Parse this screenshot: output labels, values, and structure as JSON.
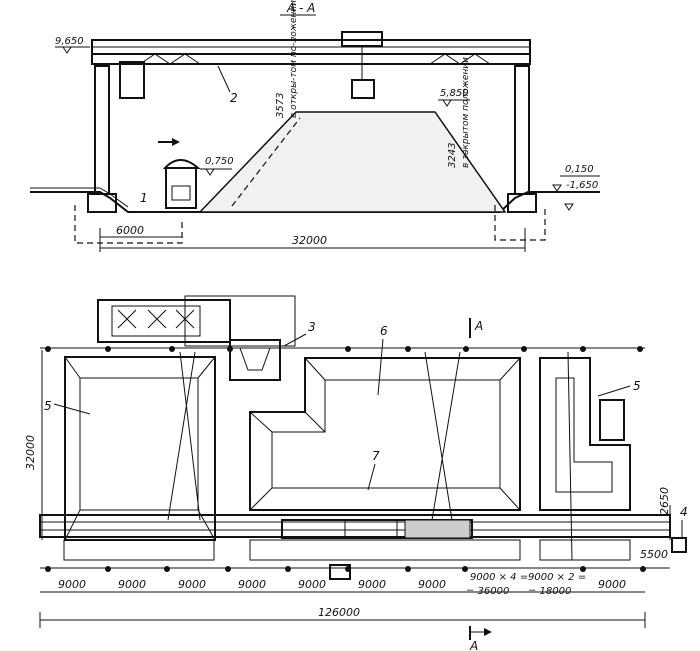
{
  "section_title": "А - А",
  "section": {
    "elevations": {
      "top": "9,650",
      "bridge_level": "5,850",
      "hopper_level": "0,750",
      "ground_right": "0,150",
      "base_right": "-1,650"
    },
    "callouts": {
      "crane": "2",
      "hopper": "1"
    },
    "pile_height_open": "3573",
    "pile_note_open": "в откры-том по-ложении",
    "pile_height_closed": "3243",
    "pile_note_closed": "в закрытом положении",
    "dims": {
      "left_offset": "6000",
      "span": "32000"
    }
  },
  "plan": {
    "callouts": {
      "three": "3",
      "six": "6",
      "seven": "7",
      "five_left": "5",
      "five_right": "5",
      "four": "4"
    },
    "section_mark_top": "А",
    "section_mark_bottom": "А",
    "width_dim": "32000",
    "side_dims": {
      "d2650": "2650",
      "d5500": "5500"
    },
    "bay_dims": [
      "9000",
      "9000",
      "9000",
      "9000",
      "9000",
      "9000",
      "9000"
    ],
    "group_dims": {
      "center_line1": "9000 × 4 =",
      "center_line2": "= 36000",
      "right_line1": "9000 × 2 =",
      "right_line2": "= 18000",
      "right_bay": "9000"
    },
    "total_length": "126000"
  }
}
